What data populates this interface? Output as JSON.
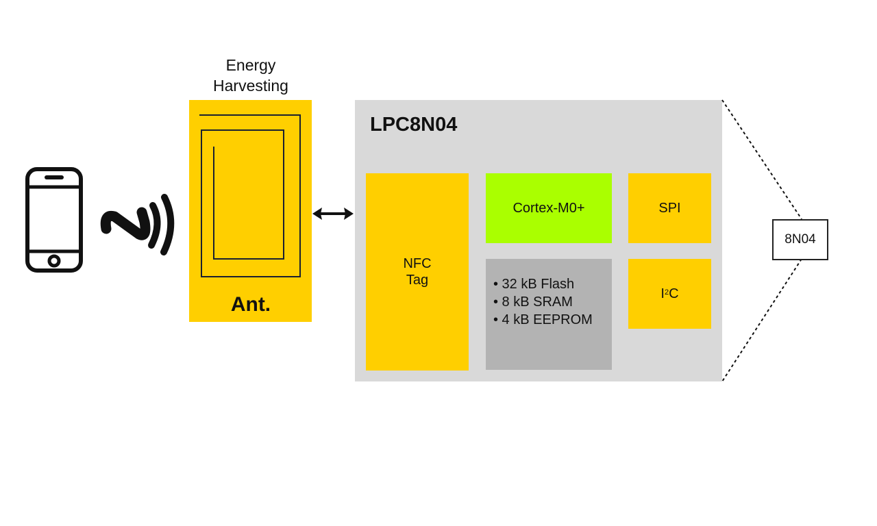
{
  "phone": {
    "icon": "smartphone-icon"
  },
  "nfc_symbol": {
    "icon": "nfc-icon"
  },
  "antenna": {
    "caption_lines": [
      "Energy",
      "Harvesting"
    ],
    "label": "Ant.",
    "icon": "antenna-coil-icon",
    "color": "#ffcf00"
  },
  "link_arrow": {
    "icon": "double-arrow-icon"
  },
  "chip": {
    "title": "LPC8N04",
    "color": "#d9d9d9",
    "blocks": {
      "nfc_tag": {
        "lines": [
          "NFC",
          "Tag"
        ],
        "color": "#ffcf00"
      },
      "cortex": {
        "label": "Cortex-M0+",
        "color": "#aaff00"
      },
      "memory": {
        "items": [
          "• 32 kB Flash",
          "• 8 kB SRAM",
          "• 4 kB EEPROM"
        ],
        "color": "#b3b3b3"
      },
      "spi": {
        "label": "SPI",
        "color": "#ffcf00"
      },
      "i2c": {
        "label_main": "I",
        "label_sup": "2",
        "label_tail": "C",
        "color": "#ffcf00"
      }
    }
  },
  "package": {
    "label": "8N04"
  }
}
